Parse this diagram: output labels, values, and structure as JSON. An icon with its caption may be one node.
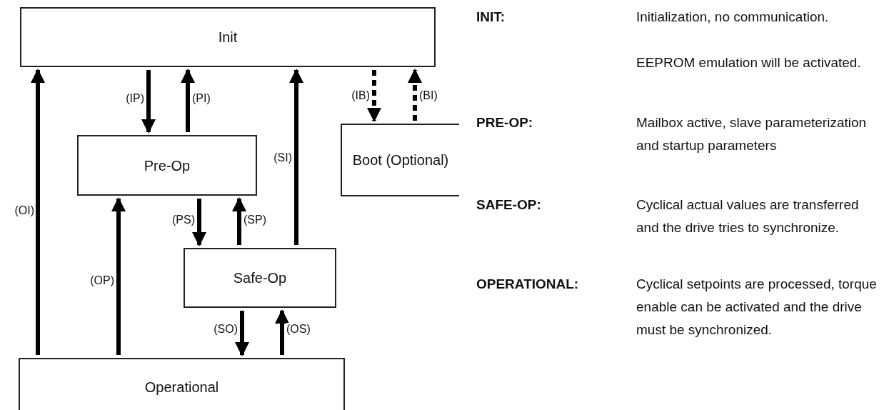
{
  "diagram": {
    "nodes": [
      {
        "text": [
          "Init"
        ]
      },
      {
        "text": [
          "Pre-Op"
        ]
      },
      {
        "text": [
          "Boot (Optional)"
        ]
      },
      {
        "text": [
          "Safe-Op"
        ]
      },
      {
        "text": [
          "Operational"
        ]
      }
    ],
    "edges": [
      {
        "from": 4,
        "to": 0,
        "arrow": "to",
        "label": "(OI)"
      },
      {
        "from": 0,
        "to": 1,
        "arrow": "to",
        "label": "(IP)"
      },
      {
        "from": 1,
        "to": 0,
        "arrow": "to",
        "label": "(PI)"
      },
      {
        "from": 3,
        "to": 0,
        "arrow": "to",
        "label": "(SI)"
      },
      {
        "from": 0,
        "to": 2,
        "arrow": "to",
        "label": "(IB)",
        "style": "dashed"
      },
      {
        "from": 2,
        "to": 0,
        "arrow": "to",
        "label": "(BI)",
        "style": "dashed"
      },
      {
        "from": 4,
        "to": 1,
        "arrow": "to",
        "label": "(OP)"
      },
      {
        "from": 1,
        "to": 3,
        "arrow": "to",
        "label": "(PS)"
      },
      {
        "from": 3,
        "to": 1,
        "arrow": "to",
        "label": "(SP)"
      },
      {
        "from": 3,
        "to": 4,
        "arrow": "to",
        "label": "(SO)"
      },
      {
        "from": 4,
        "to": 3,
        "arrow": "to",
        "label": "(OS)"
      }
    ],
    "labels": [
      "INIT:",
      "Initialization, no communication.",
      "EEPROM emulation will be activated.",
      "PRE-OP:",
      "Mailbox active, slave parameterization and startup parameters",
      "SAFE-OP:",
      "Cyclical actual values are transferred and the drive tries to synchronize.",
      "OPERATIONAL:",
      "Cyclical setpoints are processed, torque enable can be activated and the drive must be synchronized."
    ]
  }
}
